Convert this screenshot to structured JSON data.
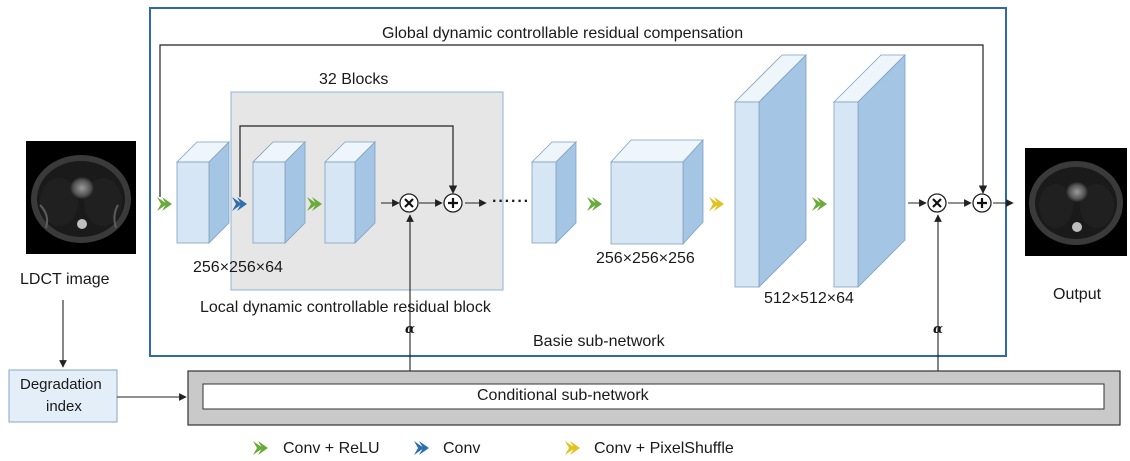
{
  "labels": {
    "global_residual": "Global dynamic controllable residual compensation",
    "blocks_count": "32 Blocks",
    "local_block": "Local dynamic controllable residual block",
    "basic_subnetwork": "Basie sub-network",
    "conditional_subnetwork": "Conditional sub-network",
    "ldct_image": "LDCT image",
    "output": "Output",
    "degradation_line1": "Degradation",
    "degradation_line2": "index",
    "dim_first": "256×256×64",
    "dim_middle": "256×256×256",
    "dim_last": "512×512×64",
    "alpha_left": "α",
    "alpha_right": "α",
    "dots": "······"
  },
  "legend": [
    {
      "label": "Conv + ReLU",
      "color": "#6aaa3a"
    },
    {
      "label": "Conv",
      "color": "#2e6fb0"
    },
    {
      "label": "Conv + PixelShuffle",
      "color": "#e2c21e"
    }
  ],
  "colors": {
    "frame": "#2f67b1",
    "block_front": "#d6e6f4",
    "block_side": "#a4c6e4",
    "block_top": "#eef5fb",
    "residual_shade": "#e6e6e6",
    "conv_relu": "#6aaa3a",
    "conv": "#2e6fb0",
    "conv_pixelshuffle": "#e2c21e"
  },
  "icons": [
    "ct-scan-input",
    "ct-scan-output",
    "multiply-operator-icon",
    "add-operator-icon",
    "chevron-icon"
  ]
}
